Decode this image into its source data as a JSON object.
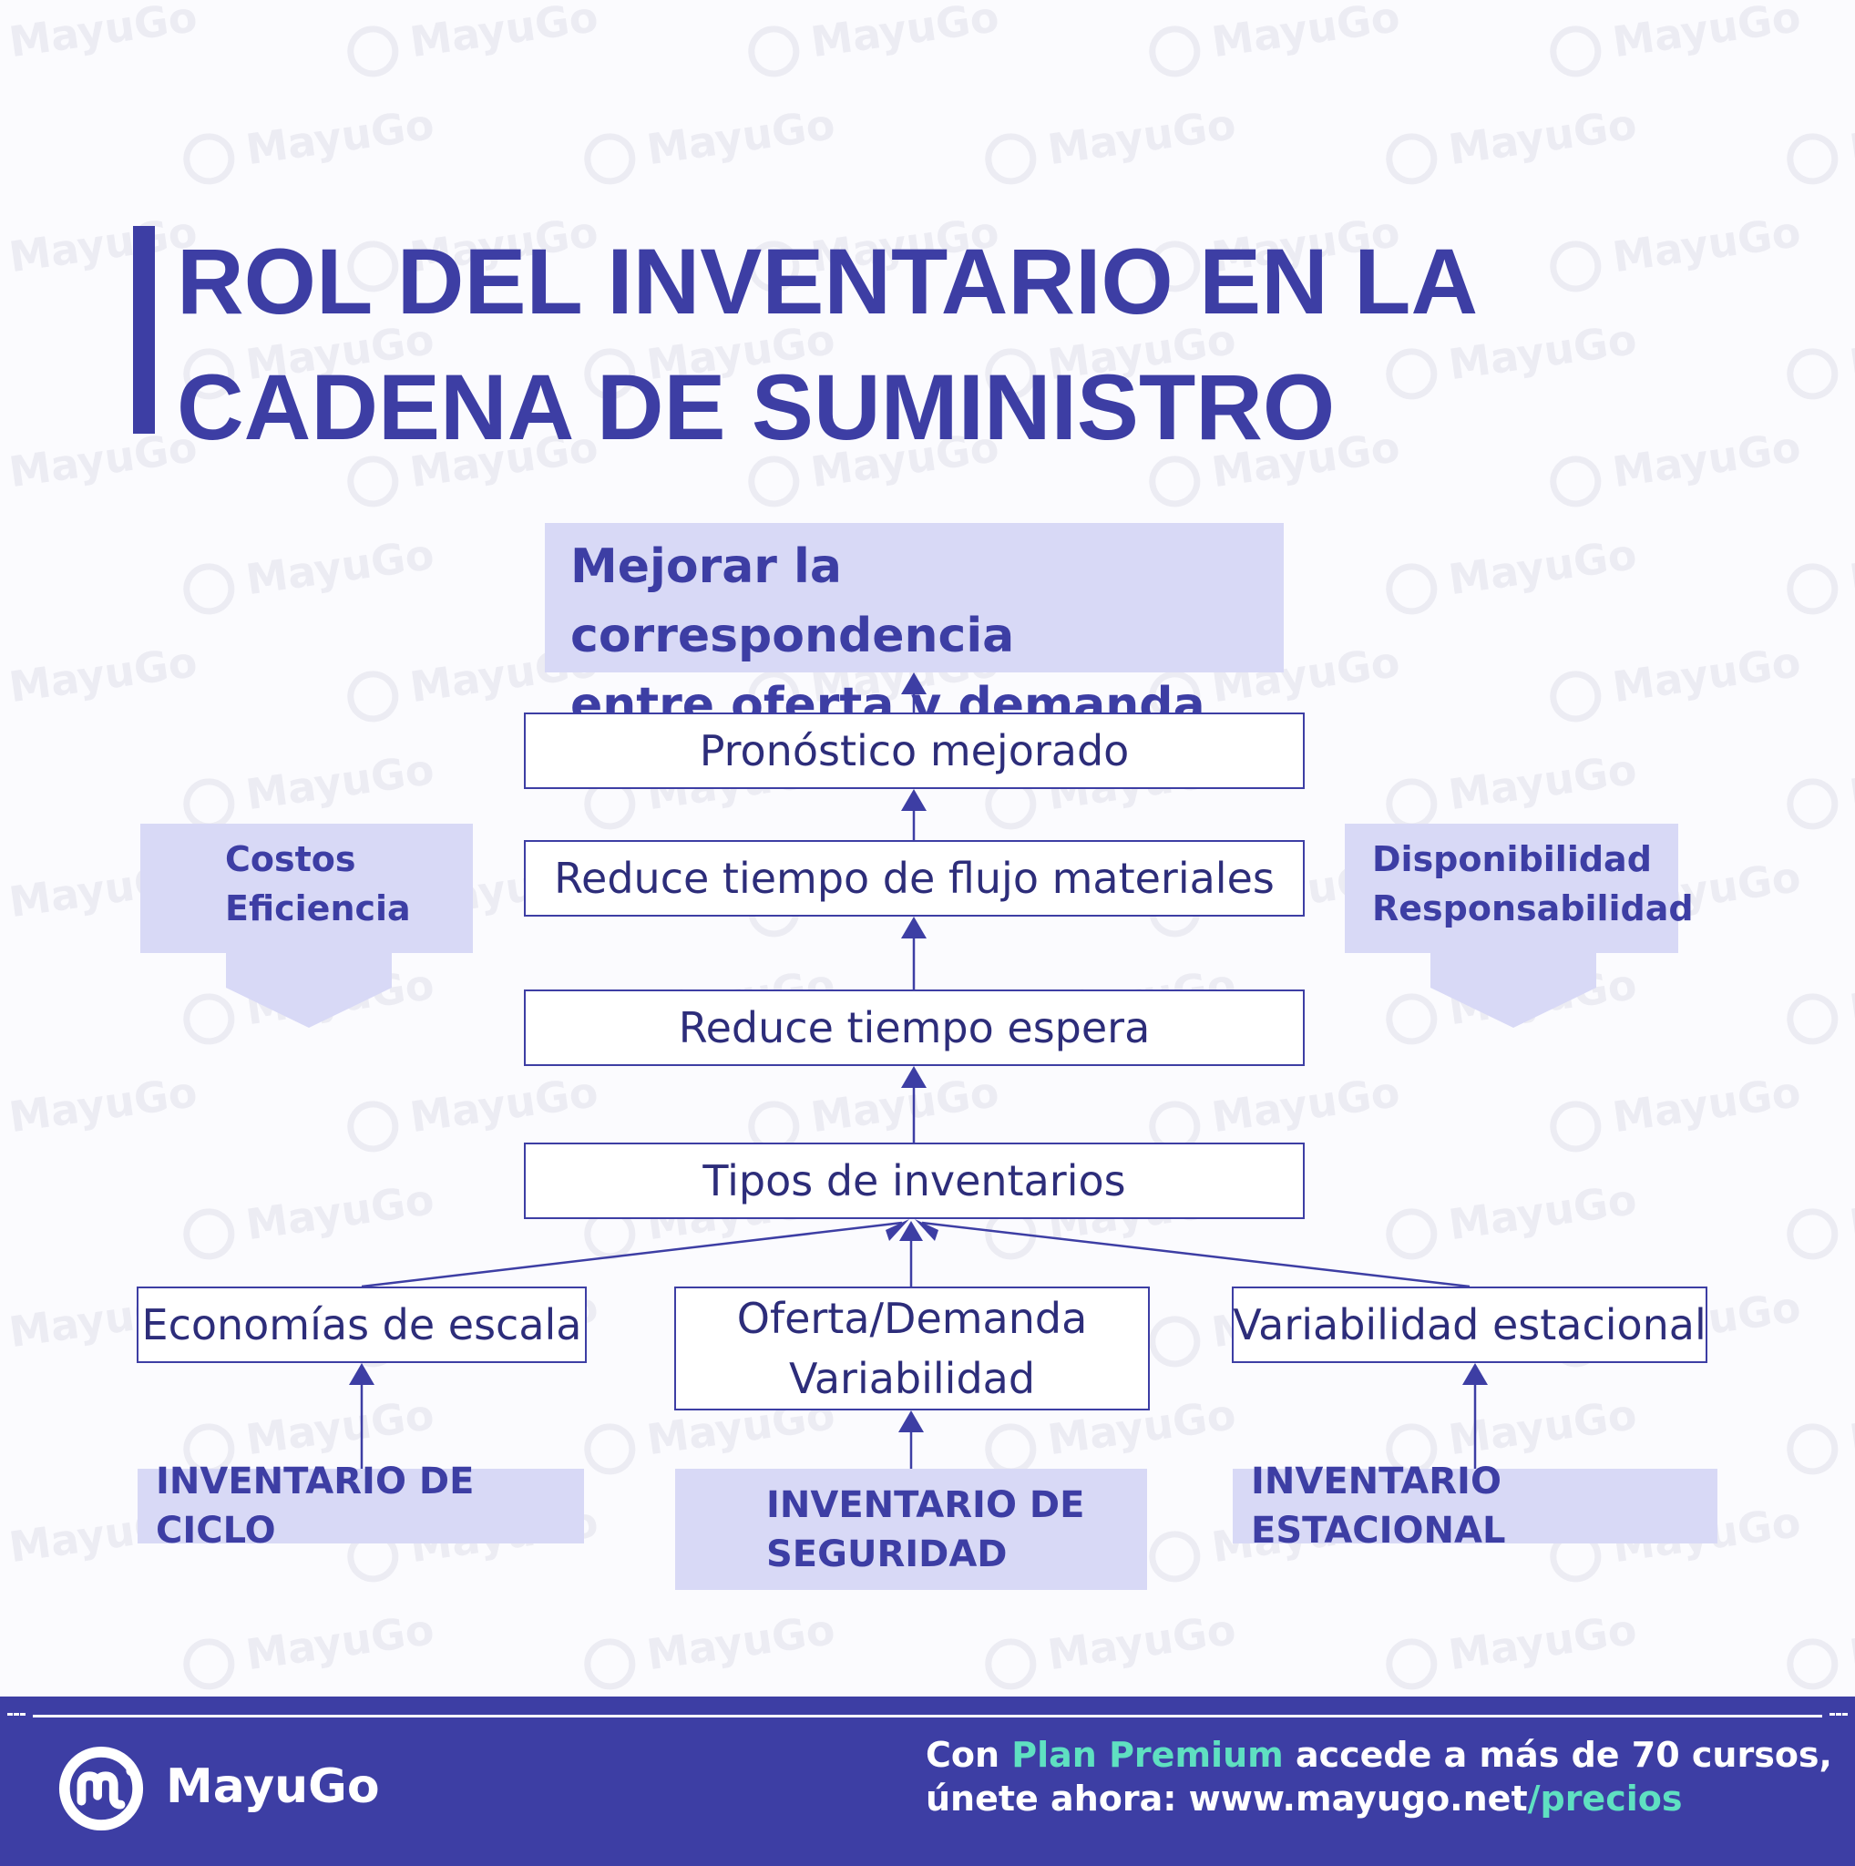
{
  "watermark": "MayuGo",
  "title": {
    "line1": "ROL DEL INVENTARIO EN LA",
    "line2": "CADENA DE SUMINISTRO"
  },
  "goal": {
    "line1": "Mejorar la correspondencia",
    "line2": "entre oferta y demanda"
  },
  "chain": {
    "pronostico": "Pronóstico mejorado",
    "flujo": "Reduce tiempo de flujo materiales",
    "espera": "Reduce tiempo espera",
    "tipos": "Tipos de inventarios"
  },
  "left_panel": {
    "line1": "Costos",
    "line2": "Eficiencia"
  },
  "right_panel": {
    "line1": "Disponibilidad",
    "line2": "Responsabilidad"
  },
  "drivers": {
    "economias": "Economías de escala",
    "oferta_line1": "Oferta/Demanda",
    "oferta_line2": "Variabilidad",
    "variabilidad": "Variabilidad estacional"
  },
  "inventories": {
    "ciclo": "INVENTARIO DE CICLO",
    "seguridad_line1": "INVENTARIO DE",
    "seguridad_line2": "SEGURIDAD",
    "estacional": "INVENTARIO ESTACIONAL"
  },
  "footer": {
    "brand": "MayuGo",
    "promo_prefix": "Con ",
    "promo_highlight": "Plan Premium",
    "promo_suffix": " accede a más de 70 cursos,",
    "promo_line2_prefix": "únete ahora: www.mayugo.net",
    "promo_line2_highlight": "/precios"
  },
  "colors": {
    "primary": "#3d3ea4",
    "shaded": "#d8d9f6",
    "accent": "#5fe0c1",
    "background": "#fbfbfe"
  }
}
